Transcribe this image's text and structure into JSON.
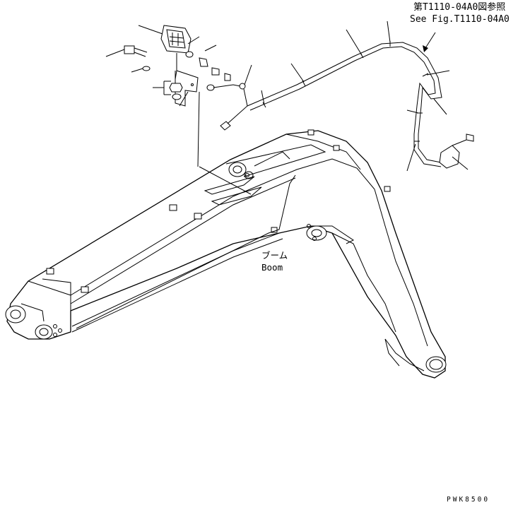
{
  "reference": {
    "line1": "第T1110-04A0図参照",
    "line2": "See Fig.T1110-04A0"
  },
  "boom_label": {
    "jp": "ブーム",
    "en": "Boom"
  },
  "drawing_code": "PWK8500",
  "colors": {
    "ink": "#000000",
    "paper": "#ffffff"
  }
}
